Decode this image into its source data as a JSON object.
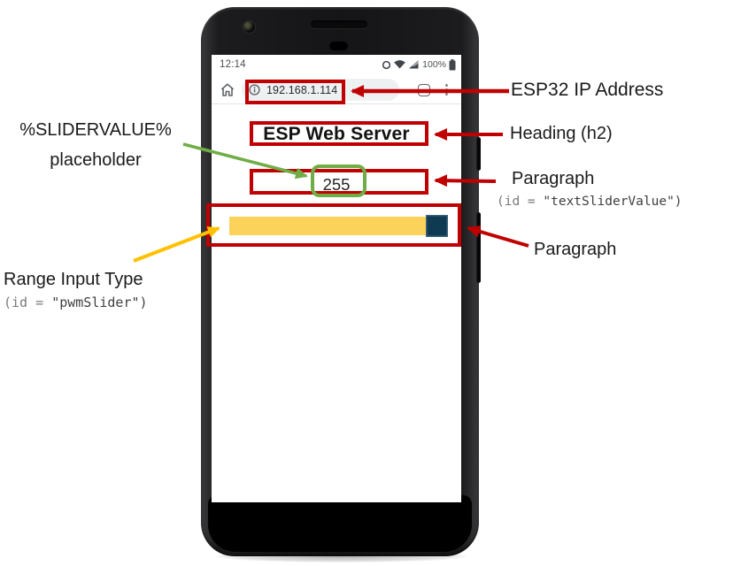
{
  "phone": {
    "status_bar": {
      "time": "12:14",
      "battery_label": "100%"
    },
    "browser_bar": {
      "url": "192.168.1.114"
    },
    "webpage": {
      "heading": "ESP Web Server",
      "slider_value": "255",
      "slider_track_color": "#fbd35b",
      "slider_thumb_color": "#0e3a52"
    }
  },
  "annotations": {
    "left": {
      "placeholder_line1": "%SLIDERVALUE%",
      "placeholder_line2": "placeholder",
      "range_title": "Range Input Type",
      "range_id_prefix": "(id = ",
      "range_id_value": "\"pwmSlider\")"
    },
    "right": {
      "ip_label": "ESP32 IP Address",
      "heading_label": "Heading (h2)",
      "paragraph1_label": "Paragraph",
      "paragraph1_id_prefix": "(id = ",
      "paragraph1_id_value": "\"textSliderValue\")",
      "paragraph2_label": "Paragraph"
    },
    "colors": {
      "red": "#c00000",
      "green": "#70ad47",
      "yellow": "#ffc000"
    }
  }
}
